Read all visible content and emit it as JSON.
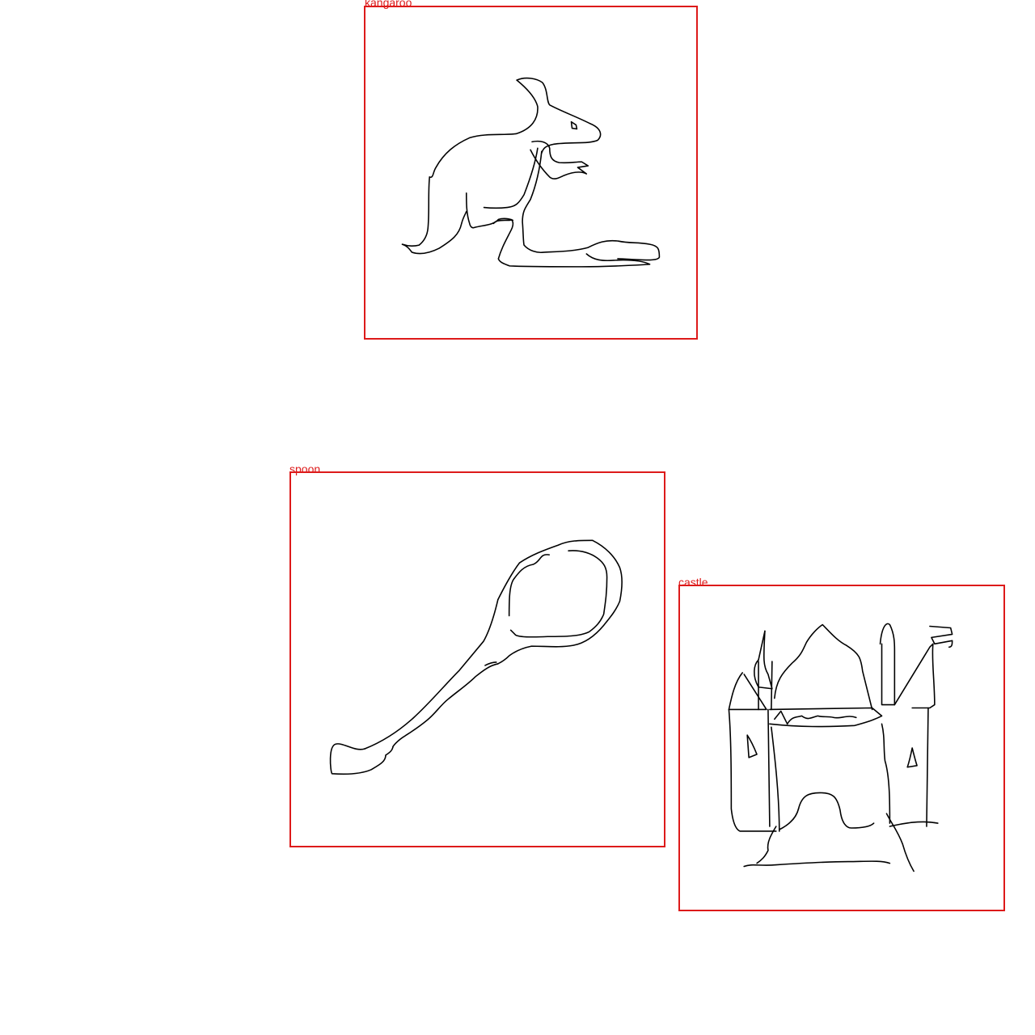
{
  "accent_color": "#dd1a1a",
  "stroke_color": "#000000",
  "drawings": [
    {
      "label": "kangaroo",
      "icon": "kangaroo-sketch"
    },
    {
      "label": "spoon",
      "icon": "spoon-sketch"
    },
    {
      "label": "castle",
      "icon": "castle-sketch"
    }
  ]
}
